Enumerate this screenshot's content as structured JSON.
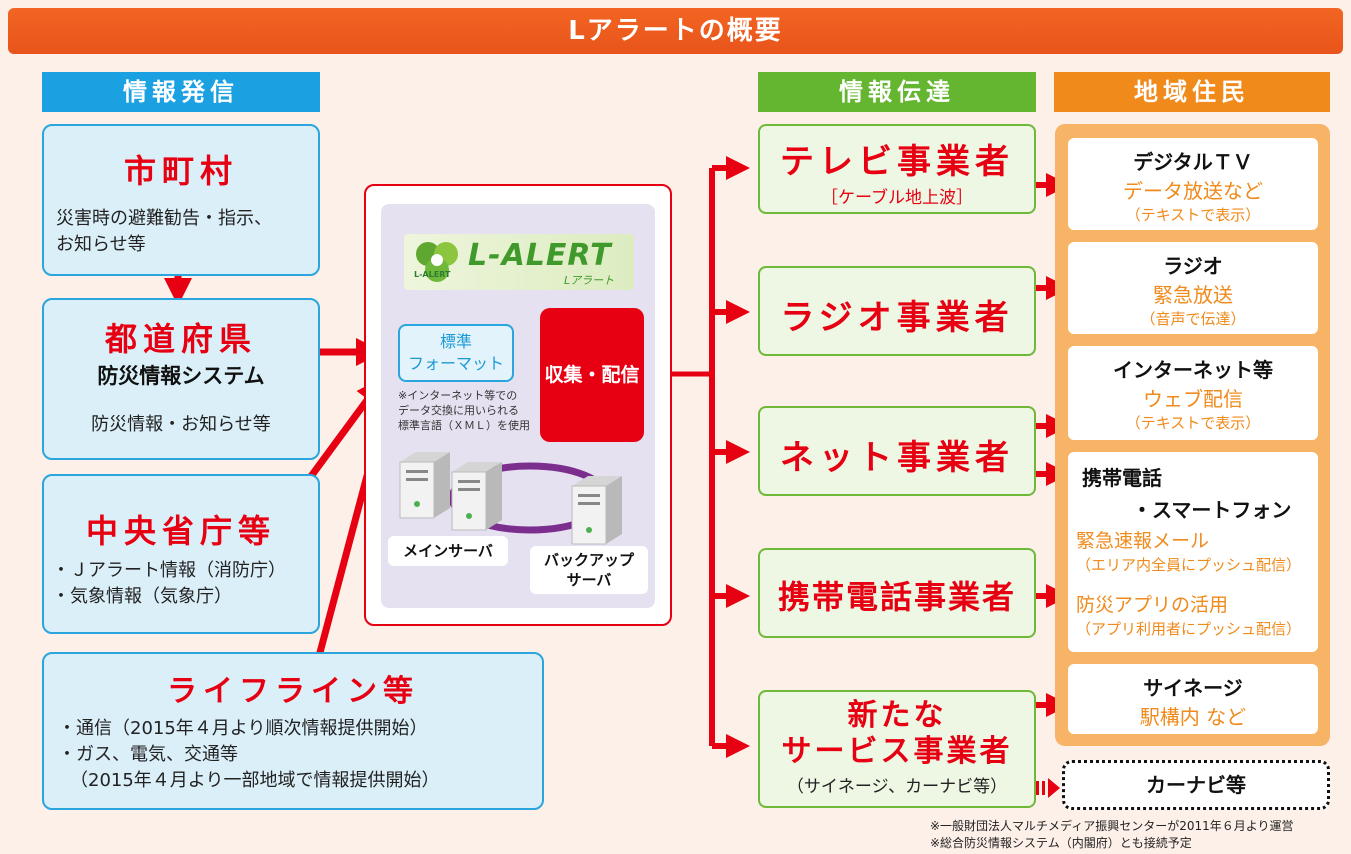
{
  "title": "Lアラートの概要",
  "headers": {
    "sender": "情報発信",
    "transmission": "情報伝達",
    "residents": "地域住民"
  },
  "sources": {
    "municipality": {
      "title": "市町村",
      "lines": [
        "災害時の避難勧告・指示、",
        "お知らせ等"
      ]
    },
    "prefecture": {
      "title": "都道府県",
      "subtitle": "防災情報システム",
      "lines": [
        "防災情報・お知らせ等"
      ]
    },
    "central": {
      "title": "中央省庁等",
      "lines": [
        "・Ｊアラート情報（消防庁）",
        "・気象情報（気象庁）"
      ]
    },
    "lifeline": {
      "title": "ライフライン等",
      "lines": [
        "・通信（2015年４月より順次情報提供開始）",
        "・ガス、電気、交通等",
        "（2015年４月より一部地域で情報提供開始）"
      ]
    }
  },
  "center": {
    "logo": "L-ALERT",
    "logo_sub": "Lアラート",
    "badge": "L-ALERT",
    "format_box": "標準\nフォーマット",
    "format_note": [
      "※インターネット等での",
      "データ交換に用いられる",
      "標準言語（ＸＭＬ）を使用"
    ],
    "distribution": "収集・配信",
    "main_server": "メインサーバ",
    "backup_server": "バックアップ\nサーバ"
  },
  "transmitters": [
    {
      "title": "テレビ事業者",
      "sub": "［ケーブル地上波］"
    },
    {
      "title": "ラジオ事業者"
    },
    {
      "title": "ネット事業者"
    },
    {
      "title": "携帯電話事業者"
    },
    {
      "title": "新たな\nサービス事業者",
      "sub": "（サイネージ、カーナビ等）"
    }
  ],
  "residents": [
    {
      "title": "デジタルＴＶ",
      "main": "データ放送など",
      "sub": "（テキストで表示）"
    },
    {
      "title": "ラジオ",
      "main": "緊急放送",
      "sub": "（音声で伝達）"
    },
    {
      "title": "インターネット等",
      "main": "ウェブ配信",
      "sub": "（テキストで表示）"
    },
    {
      "title1": "携帯電話",
      "title2": "・スマートフォン",
      "items": [
        {
          "main": "緊急速報メール",
          "sub": "（エリア内全員にプッシュ配信）"
        },
        {
          "main": "防災アプリの活用",
          "sub": "（アプリ利用者にプッシュ配信）"
        }
      ]
    },
    {
      "title": "サイネージ",
      "main": "駅構内 など"
    },
    {
      "title": "カーナビ等"
    }
  ],
  "footnotes": [
    "※一般財団法人マルチメディア振興センターが2011年６月より運営",
    "※総合防災情報システム（内閣府）とも接続予定"
  ],
  "colors": {
    "red": "#e60012",
    "blue": "#1ba1e2",
    "green": "#64b631",
    "orange": "#f08a1b"
  }
}
